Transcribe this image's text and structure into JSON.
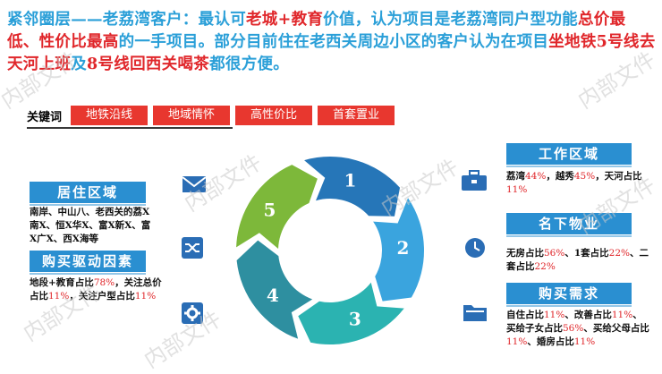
{
  "header": {
    "segments": [
      {
        "t": "紧邻圈层——老荔湾客户：最认可",
        "hl": false
      },
      {
        "t": "老城+教育",
        "hl": true
      },
      {
        "t": "价值，认为项目是老荔湾同户型功能",
        "hl": false
      },
      {
        "t": "总价最低、性价比最高",
        "hl": true
      },
      {
        "t": "的一手项目。部分目前住在老西关周边小区的客户认为在项目",
        "hl": false
      },
      {
        "t": "坐地铁5号线去天河上班",
        "hl": true
      },
      {
        "t": "及",
        "hl": false
      },
      {
        "t": "8号线回西关喝茶",
        "hl": true
      },
      {
        "t": "都很方便。",
        "hl": false
      }
    ]
  },
  "keywords": {
    "title": "关键词",
    "items": [
      "地铁沿线",
      "地域情怀",
      "高性价比",
      "首套置业"
    ]
  },
  "cycle": {
    "labels": [
      "1",
      "2",
      "3",
      "4",
      "5"
    ],
    "colors": [
      "#2676b8",
      "#3aa4de",
      "#2bb3b1",
      "#2e8fa0",
      "#7db83a"
    ]
  },
  "left": {
    "residence": {
      "title": "居住区域",
      "text": "南岸、中山八、老西关的荔X南X、恒X华X、富X新X、富X广X、西X海等"
    },
    "drivers": {
      "title": "购买驱动因素",
      "segments": [
        {
          "t": "地段+教育占比",
          "r": false
        },
        {
          "t": "78%",
          "r": true
        },
        {
          "t": "，关注总价占比",
          "r": false
        },
        {
          "t": "11%",
          "r": true
        },
        {
          "t": "，关注户型占比",
          "r": false
        },
        {
          "t": "11%",
          "r": true
        }
      ]
    }
  },
  "right": {
    "work": {
      "title": "工作区域",
      "segments": [
        {
          "t": "荔湾",
          "r": false
        },
        {
          "t": "44%",
          "r": true
        },
        {
          "t": "，越秀",
          "r": false
        },
        {
          "t": "45%",
          "r": true
        },
        {
          "t": "，天河占比",
          "r": false
        },
        {
          "t": "11%",
          "r": true
        }
      ]
    },
    "property": {
      "title": "名下物业",
      "segments": [
        {
          "t": "无房占比",
          "r": false
        },
        {
          "t": "56%",
          "r": true
        },
        {
          "t": "、1套占比",
          "r": false
        },
        {
          "t": "22%",
          "r": true
        },
        {
          "t": "、二套占比",
          "r": false
        },
        {
          "t": "22%",
          "r": true
        }
      ]
    },
    "demand": {
      "title": "购买需求",
      "segments": [
        {
          "t": "自住占比",
          "r": false
        },
        {
          "t": "11%",
          "r": true
        },
        {
          "t": "、改善占比",
          "r": false
        },
        {
          "t": "11%",
          "r": true
        },
        {
          "t": "、买给子女占比",
          "r": false
        },
        {
          "t": "56%",
          "r": true
        },
        {
          "t": "、买给父母占比",
          "r": false
        },
        {
          "t": "11%",
          "r": true
        },
        {
          "t": "、婚房占比",
          "r": false
        },
        {
          "t": "11%",
          "r": true
        }
      ]
    }
  },
  "watermark": "内部文件"
}
